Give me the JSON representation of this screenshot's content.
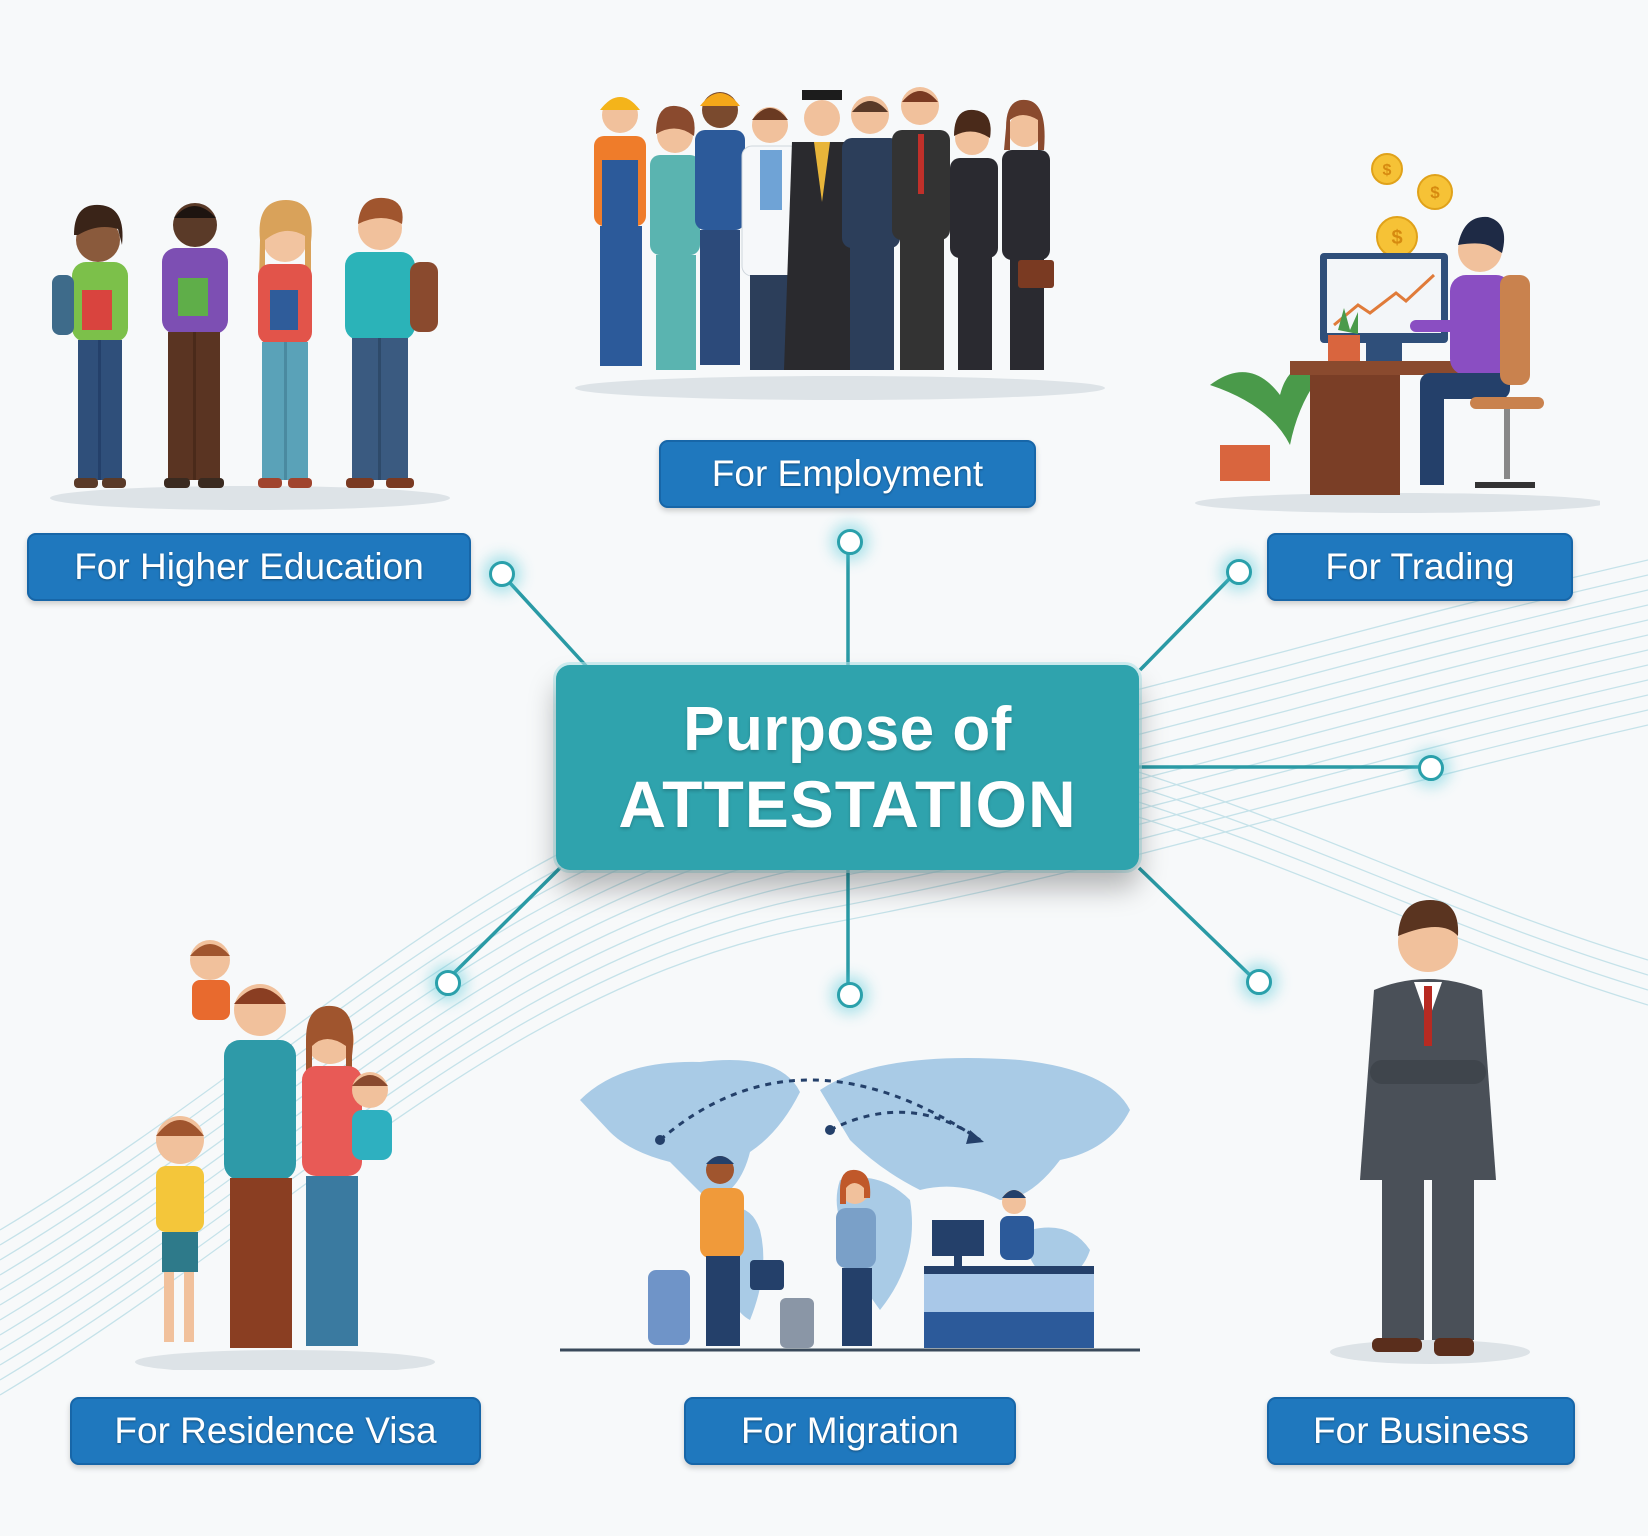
{
  "center": {
    "line1": "Purpose of",
    "line2": "ATTESTATION",
    "color": "#2fa3ad"
  },
  "label_color": "#1f78be",
  "connector_color": "#2a9aa5",
  "purposes": [
    {
      "id": "higher-education",
      "label": "For Higher Education",
      "illustration": "group of four students holding books and backpacks"
    },
    {
      "id": "employment",
      "label": "For Employment",
      "illustration": "crowd of professionals: construction workers, nurse, doctor, graduate, business people"
    },
    {
      "id": "trading",
      "label": "For Trading",
      "illustration": "man at desk watching rising stock chart with dollar coins"
    },
    {
      "id": "residence-visa",
      "label": "For Residence Visa",
      "illustration": "family with parents and two children"
    },
    {
      "id": "migration",
      "label": "For Migration",
      "illustration": "travellers with luggage at check-in desk over world map with flight paths"
    },
    {
      "id": "business",
      "label": "For Business",
      "illustration": "businessman in grey suit with arms crossed"
    }
  ]
}
